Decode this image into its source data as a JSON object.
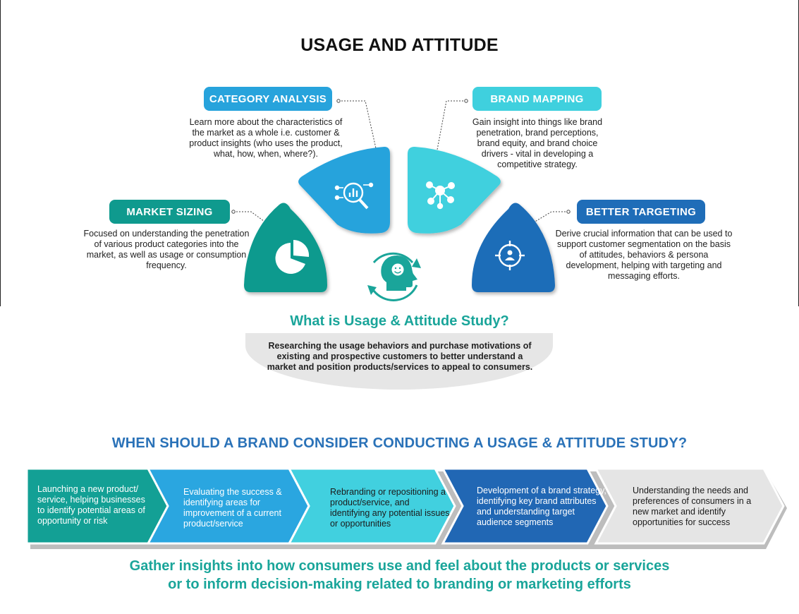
{
  "title": "USAGE AND ATTITUDE",
  "segments": [
    {
      "label": "MARKET SIZING",
      "description": "Focused on understanding the penetration of various product categories into the market, as well as usage or consumption frequency.",
      "icon": "pie-chart-icon",
      "color": "#0f9a8e"
    },
    {
      "label": "CATEGORY ANALYSIS",
      "description": "Learn more about the characteristics of the market as a whole i.e. customer & product insights (who uses the product, what, how, when, where?).",
      "icon": "data-analysis-icon",
      "color": "#27a3dc"
    },
    {
      "label": "BRAND MAPPING",
      "description": "Gain insight into things like brand penetration, brand perceptions, brand equity, and brand choice drivers - vital in developing a competitive strategy.",
      "icon": "network-icon",
      "color": "#3fd0de"
    },
    {
      "label": "BETTER TARGETING",
      "description": "Derive crucial information that can be used to support customer segmentation on the basis of attitudes, behaviors & persona development, helping with targeting and messaging efforts.",
      "icon": "target-user-icon",
      "color": "#1f6db8"
    }
  ],
  "center_icon": "happy-consumer-icon",
  "question": "What is Usage & Attitude Study?",
  "answer": "Researching the usage behaviors and purchase motivations of existing and prospective customers to better understand a market and position products/services to appeal to consumers.",
  "when_title": "WHEN SHOULD A BRAND CONSIDER CONDUCTING A USAGE & ATTITUDE STUDY?",
  "steps": [
    {
      "text": "Launching a new product/ service, helping businesses to identify potential areas of opportunity or risk",
      "color": "#13a095"
    },
    {
      "text": "Evaluating the success & identifying areas for improvement of a current product/service",
      "color": "#2aa6e0"
    },
    {
      "text": "Rebranding or repositioning a product/service, and identifying any potential issues or opportunities",
      "color": "#41d0df"
    },
    {
      "text": "Development of a brand strategy, identifying key brand attributes and understanding target audience segments",
      "color": "#2167b4"
    },
    {
      "text": "Understanding the needs and preferences of consumers in a new market and identify opportunities for success",
      "color": "#e5e5e5"
    }
  ],
  "gather_line1": "Gather insights into how consumers use and feel about the products or services",
  "gather_line2": "or to inform decision-making related to branding or marketing efforts"
}
